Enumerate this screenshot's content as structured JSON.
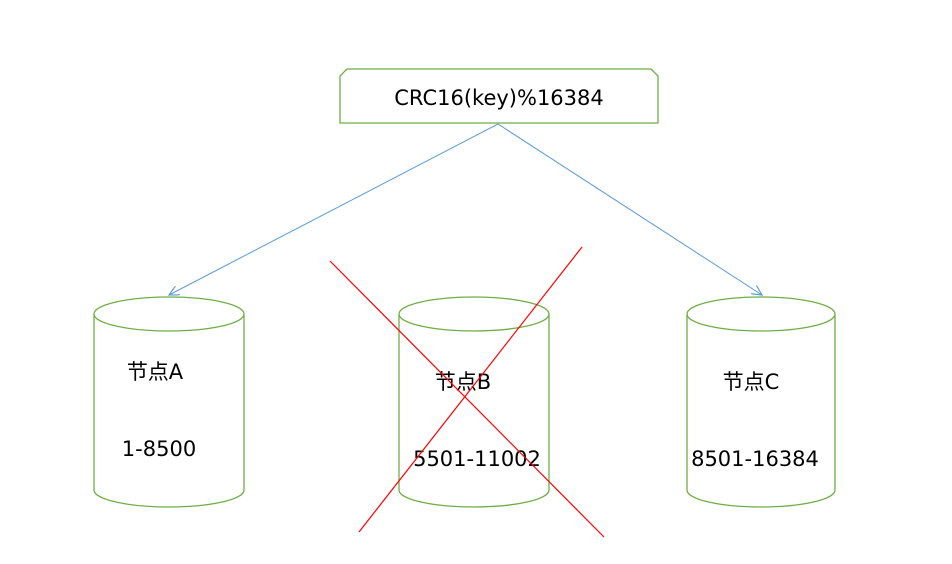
{
  "formula": {
    "text": "CRC16(key)%16384"
  },
  "nodes": [
    {
      "name": "节点A",
      "range": "1-8500",
      "failed": false
    },
    {
      "name": "节点B",
      "range": "5501-11002",
      "failed": true
    },
    {
      "name": "节点C",
      "range": "8501-16384",
      "failed": false
    }
  ],
  "colors": {
    "box_border": "#70ad47",
    "cylinder_border": "#70ad47",
    "arrow": "#5b9bd5",
    "cross": "#ff0000",
    "text": "#000000",
    "background": "#ffffff"
  }
}
